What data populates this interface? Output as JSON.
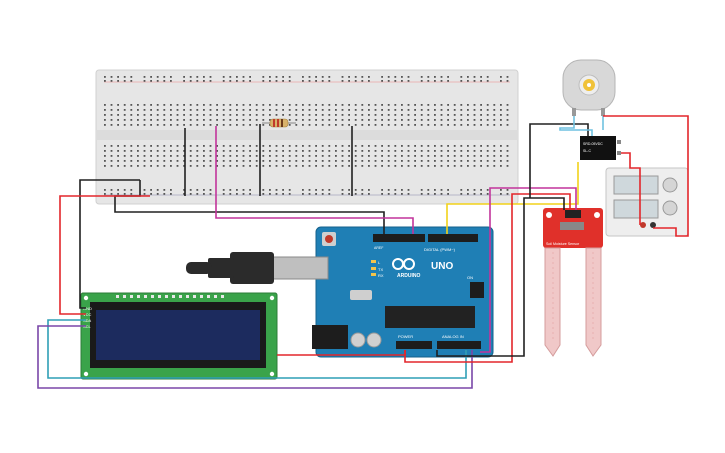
{
  "arduino": {
    "model_label": "UNO",
    "brand_label": "ARDUINO",
    "digital_label": "DIGITAL (PWM~)",
    "power_label": "POWER",
    "analog_label": "ANALOG IN",
    "aref_label": "AREF",
    "tx_label": "TX",
    "rx_label": "RX",
    "l_label": "L",
    "on_label": "ON"
  },
  "lcd": {
    "pins": [
      "GND",
      "VCC",
      "SDA",
      "SCL"
    ]
  },
  "soil_sensor": {
    "label": "Soil Moisture Sensor"
  },
  "relay": {
    "label_line1": "SRD-05VDC",
    "label_line2": "SL-C"
  },
  "colors": {
    "board_blue": "#1f7fb5",
    "wire_red": "#e3262b",
    "wire_black": "#202020",
    "wire_magenta": "#c2349b",
    "wire_yellow": "#f2d21a",
    "wire_purple": "#7a47a8",
    "wire_cyan": "#2f9fb5",
    "wire_lightblue": "#6fc1e0",
    "lcd_green": "#3aa34a",
    "lcd_screen": "#1c2b5e",
    "sensor_red": "#e0302a"
  }
}
